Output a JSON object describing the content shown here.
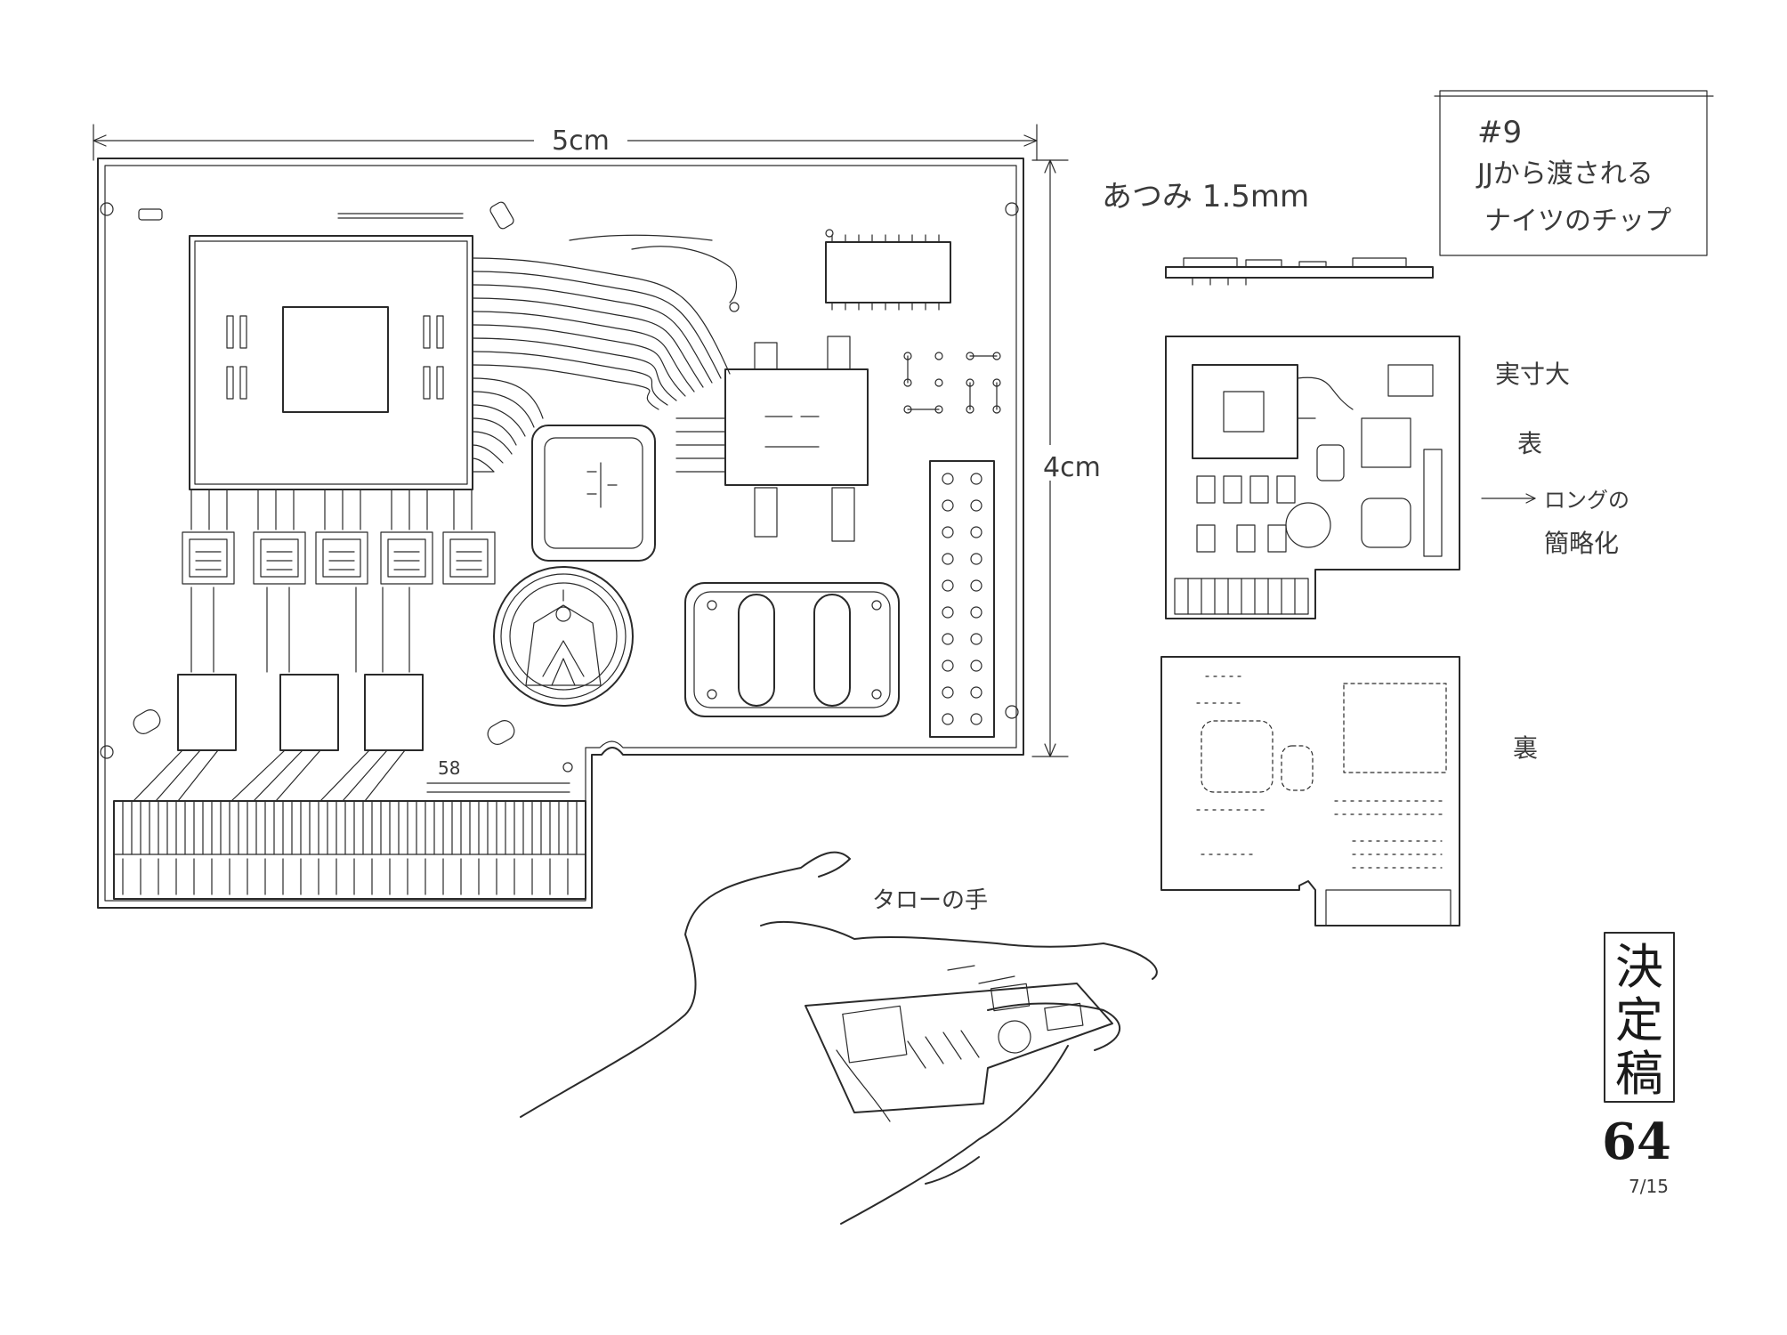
{
  "annotations": {
    "width_label": "5cm",
    "height_label": "4cm",
    "thickness_label": "あつみ 1.5mm",
    "actual_size_label": "実寸大",
    "front_label": "表",
    "back_label": "裏",
    "long_note_line1": "ロングの",
    "long_note_line2": "簡略化",
    "hand_label": "タローの手",
    "board_mark": "58"
  },
  "title_box": {
    "scene": "#9",
    "line1": "JJから渡される",
    "line2": "ナイツのチップ"
  },
  "stamp": {
    "chars": [
      "決",
      "定",
      "稿"
    ],
    "page_number": "64",
    "date": "7/15"
  }
}
